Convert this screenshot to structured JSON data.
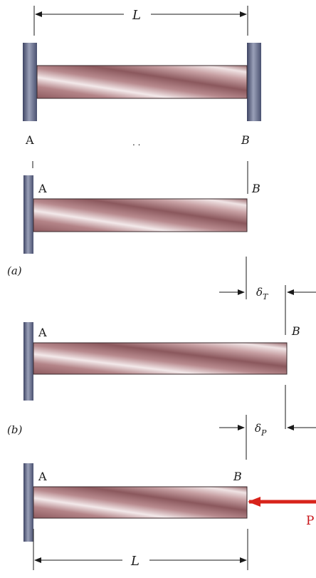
{
  "labels": {
    "length": "L",
    "end_a": "A",
    "end_b": "B",
    "panel_a": "(a)",
    "panel_b": "(b)",
    "delta": "δ",
    "sub_t": "T",
    "sub_p": "P",
    "force": "P",
    "dots": ". ."
  },
  "colors": {
    "bar_light": "#f1e7e8",
    "bar_dark": "#8f5f63",
    "wall_light": "#c9ccd8",
    "wall_dark": "#4b5270",
    "force_arrow": "#d8231b",
    "force_text": "#c8161a"
  }
}
